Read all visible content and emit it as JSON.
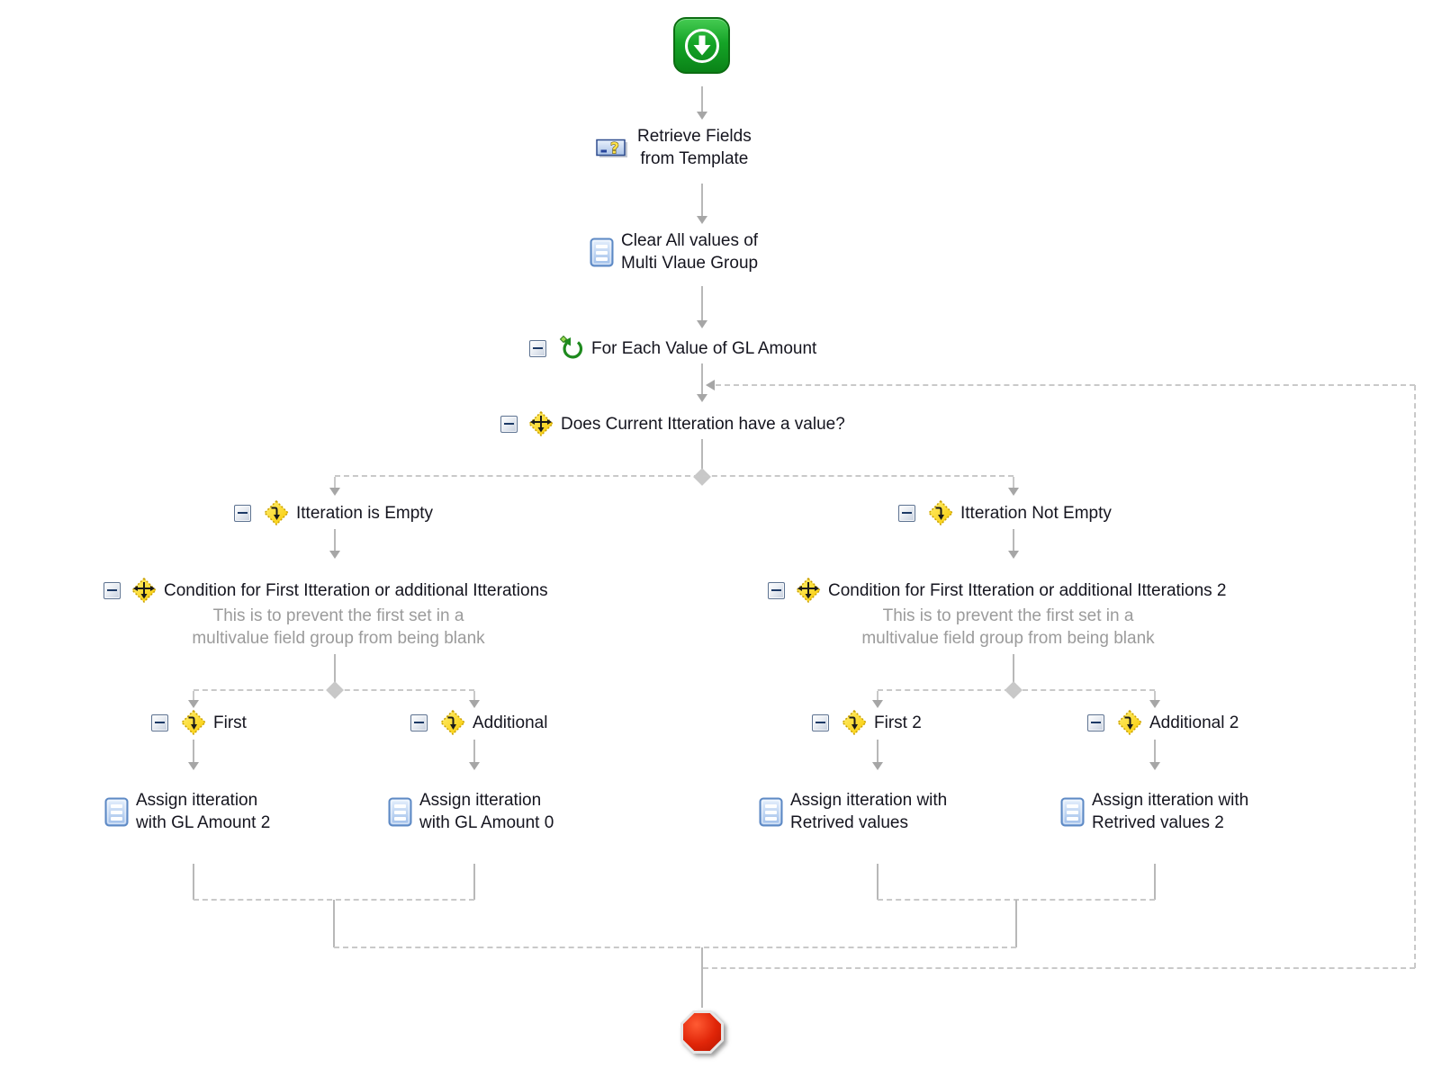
{
  "palette": {
    "start_green": "#15a427",
    "stop_red": "#d81e05",
    "diamond_yellow": "#ffd900",
    "doc_blue": "#a9c6ec",
    "loop_green": "#1e8a1e",
    "line_gray": "#b8b8b8",
    "dash_gray": "#c9c9c9",
    "text": "#15151f",
    "note_gray": "#9b9b9b"
  },
  "flow": {
    "start": {
      "icon": "start-arrow-icon"
    },
    "retrieve_fields": {
      "icon": "field-question-icon",
      "lines": [
        "Retrieve Fields",
        "from Template"
      ]
    },
    "clear_values": {
      "icon": "document-lines-icon",
      "lines": [
        "Clear All values of",
        "Multi Vlaue Group"
      ]
    },
    "for_each": {
      "icon": "loop-icon",
      "label": "For Each Value of GL Amount"
    },
    "does_current": {
      "icon": "decision-diamond-icon",
      "label": "Does Current Itteration have a value?"
    },
    "branch_empty": {
      "icon": "branch-diamond-icon",
      "label": "Itteration is Empty"
    },
    "branch_not_empty": {
      "icon": "branch-diamond-icon",
      "label": "Itteration Not Empty"
    },
    "condition_left": {
      "icon": "decision-diamond-icon",
      "label": "Condition for First Itteration or additional Itterations",
      "note_lines": [
        "This is to prevent the first set in a",
        "multivalue field group from being blank"
      ]
    },
    "condition_right": {
      "icon": "decision-diamond-icon",
      "label": "Condition for First Itteration or additional Itterations 2",
      "note_lines": [
        "This is to prevent the first set in a",
        "multivalue field group from being blank"
      ]
    },
    "branch_first": {
      "icon": "branch-diamond-icon",
      "label": "First"
    },
    "branch_additional": {
      "icon": "branch-diamond-icon",
      "label": "Additional"
    },
    "branch_first2": {
      "icon": "branch-diamond-icon",
      "label": "First 2"
    },
    "branch_additional2": {
      "icon": "branch-diamond-icon",
      "label": "Additional 2"
    },
    "assign_gl2": {
      "icon": "document-lines-icon",
      "lines": [
        "Assign itteration",
        "with GL Amount 2"
      ]
    },
    "assign_gl0": {
      "icon": "document-lines-icon",
      "lines": [
        "Assign itteration",
        "with GL Amount 0"
      ]
    },
    "assign_retrieved": {
      "icon": "document-lines-icon",
      "lines": [
        "Assign itteration with",
        "Retrived values"
      ]
    },
    "assign_retrieved2": {
      "icon": "document-lines-icon",
      "lines": [
        "Assign itteration with",
        "Retrived values 2"
      ]
    },
    "end": {
      "icon": "stop-icon"
    }
  }
}
